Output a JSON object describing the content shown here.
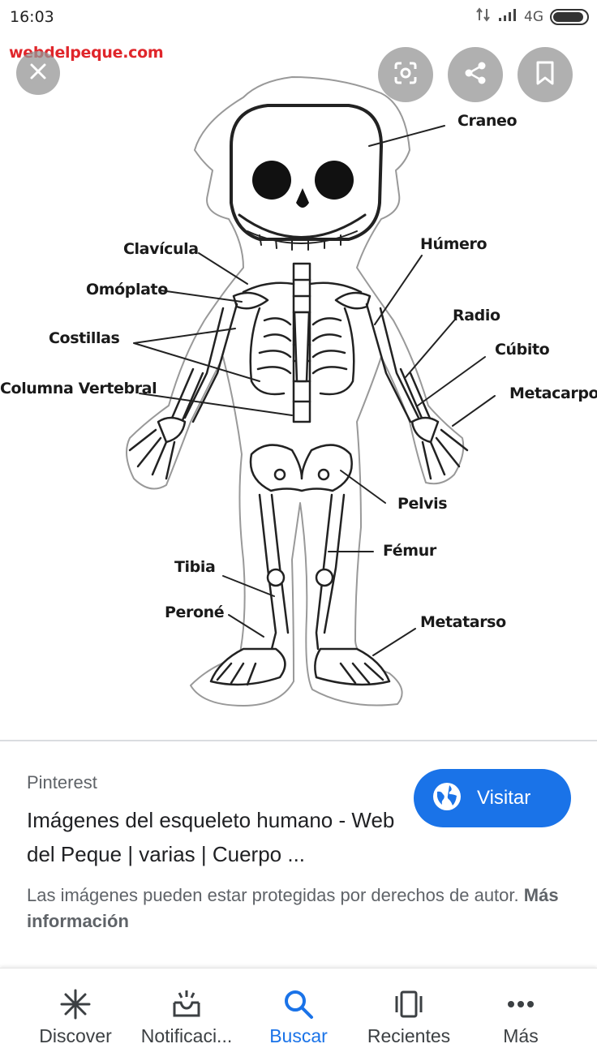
{
  "status_bar": {
    "time": "16:03",
    "network": "4G",
    "icons": [
      "data-transfer-icon",
      "signal-icon",
      "battery-icon"
    ]
  },
  "image": {
    "watermark": "webdelpeque.com",
    "labels": {
      "craneo": "Craneo",
      "humero": "Húmero",
      "clavicula": "Clavícula",
      "omoplato": "Omóplato",
      "radio": "Radio",
      "costillas": "Costillas",
      "cubito": "Cúbito",
      "columna": "Columna Vertebral",
      "metacarpo": "Metacarpo",
      "pelvis": "Pelvis",
      "femur": "Fémur",
      "tibia": "Tibia",
      "perone": "Peroné",
      "metatarso": "Metatarso"
    },
    "buttons": [
      "close-icon",
      "lens-icon",
      "share-icon",
      "bookmark-icon"
    ]
  },
  "result": {
    "source": "Pinterest",
    "title": "Imágenes del esqueleto humano - Web del Peque | varias | Cuerpo ...",
    "visit_label": "Visitar",
    "notice": "Las imágenes pueden estar protegidas por derechos de autor.",
    "notice_link": "Más información"
  },
  "bottom_nav": {
    "items": [
      {
        "label": "Discover",
        "icon": "asterisk-icon"
      },
      {
        "label": "Notificaci...",
        "icon": "inbox-icon"
      },
      {
        "label": "Buscar",
        "icon": "search-icon"
      },
      {
        "label": "Recientes",
        "icon": "recents-icon"
      },
      {
        "label": "Más",
        "icon": "more-icon"
      }
    ],
    "active_index": 2
  },
  "colors": {
    "accent": "#1a73e8",
    "watermark": "#e0262b"
  }
}
